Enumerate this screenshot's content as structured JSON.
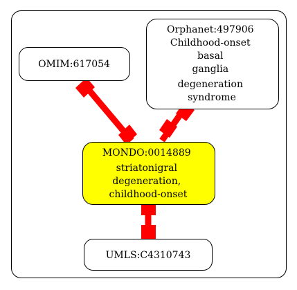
{
  "colors": {
    "edge": "#ff0000",
    "central_fill": "#ffff00",
    "node_fill": "#ffffff",
    "stroke": "#000000"
  },
  "nodes": {
    "omim": {
      "lines": [
        "OMIM:617054"
      ]
    },
    "orphanet": {
      "lines": [
        "Orphanet:497906",
        "Childhood-onset",
        "basal",
        "ganglia",
        "degeneration",
        "syndrome"
      ]
    },
    "mondo": {
      "lines": [
        "MONDO:0014889",
        "striatonigral",
        "degeneration,",
        "childhood-onset"
      ]
    },
    "umls": {
      "lines": [
        "UMLS:C4310743"
      ]
    }
  }
}
